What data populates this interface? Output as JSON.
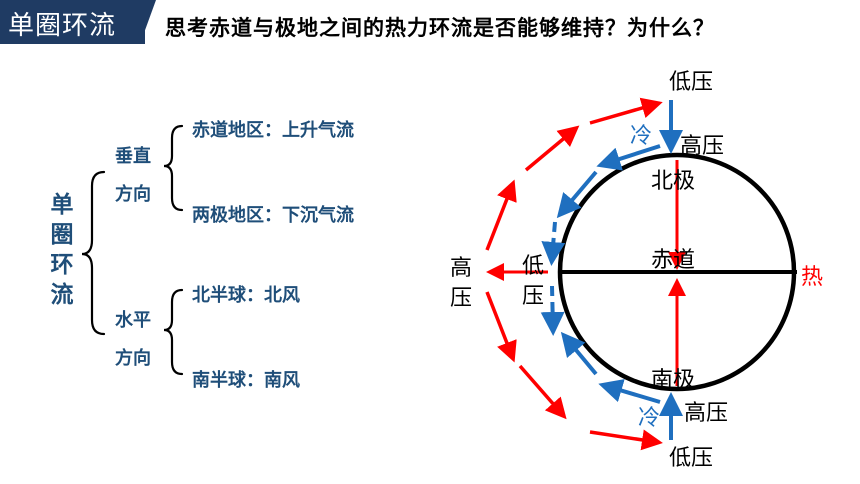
{
  "header": {
    "tab_title": "单圈环流",
    "question": "思考赤道与极地之间的热力环流是否能够维持？为什么？"
  },
  "outline": {
    "root": [
      "单",
      "圈",
      "环",
      "流"
    ],
    "vertical": {
      "label_line1": "垂直",
      "label_line2": "方向",
      "items": [
        "赤道地区：上升气流",
        "两极地区：下沉气流"
      ]
    },
    "horizontal": {
      "label_line1": "水平",
      "label_line2": "方向",
      "items": [
        "北半球：北风",
        "南半球：南风"
      ]
    }
  },
  "diagram": {
    "top_low": "低压",
    "top_cold": "冷",
    "north_high": "高压",
    "north_pole": "北极",
    "equator": "赤道",
    "hot": "热",
    "left_high_1": "高",
    "left_high_2": "压",
    "left_low_1": "低",
    "left_low_2": "压",
    "south_pole": "南极",
    "bottom_cold": "冷",
    "south_high": "高压",
    "bottom_low": "低压"
  },
  "colors": {
    "header_bg": "#1f3b63",
    "text_blue": "#1f4e79",
    "arrow_red": "#ff0000",
    "arrow_blue": "#1f6fbf"
  }
}
